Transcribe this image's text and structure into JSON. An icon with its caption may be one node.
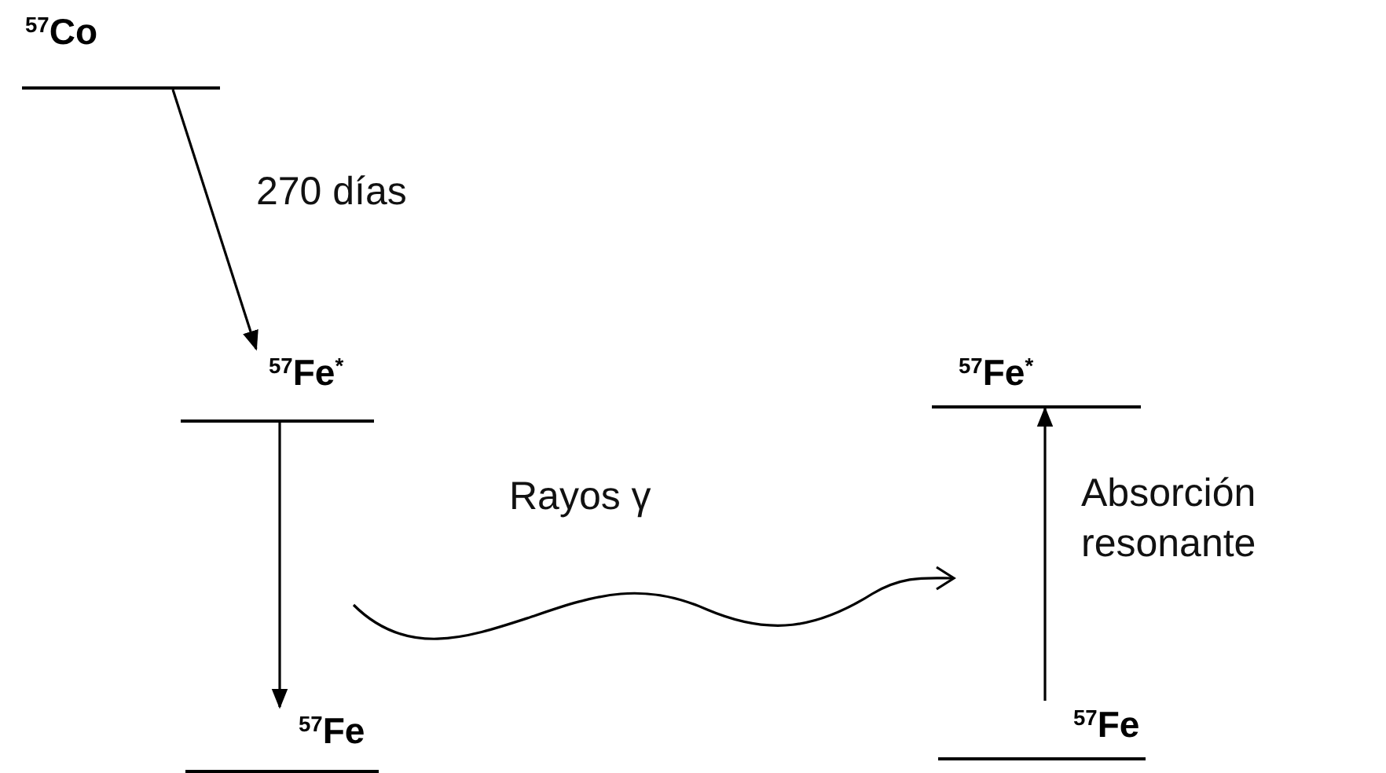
{
  "diagram": {
    "nodes": [
      {
        "text": [
          "$^{57}$Co"
        ]
      },
      {
        "text": [
          "$^{57}$Fe$^{*}$"
        ]
      },
      {
        "text": [
          "$^{57}$Fe"
        ]
      },
      {
        "text": [
          "$^{57}$Fe$^{*}$"
        ]
      },
      {
        "text": [
          "$^{57}$Fe"
        ]
      }
    ],
    "edges": [
      {
        "from": 0,
        "to": 1,
        "arrow": "to",
        "label": "270 días"
      },
      {
        "from": 1,
        "to": 2,
        "arrow": "to"
      },
      {
        "from": 4,
        "to": 3,
        "arrow": "to",
        "label": "Absorción resonante"
      }
    ],
    "labels": [
      "Rayos γ"
    ]
  }
}
